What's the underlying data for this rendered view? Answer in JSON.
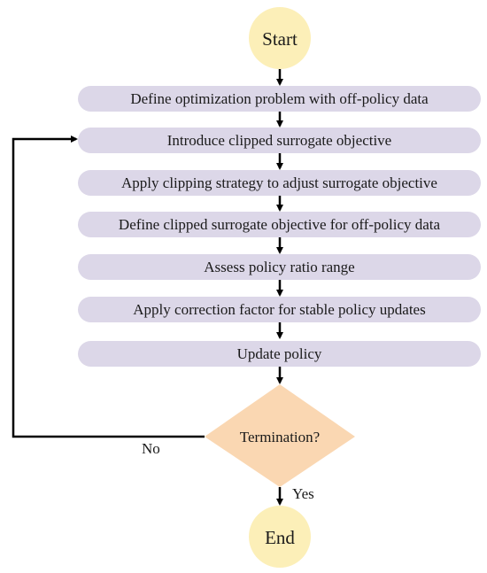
{
  "diagram": {
    "start": {
      "label": "Start"
    },
    "steps": [
      {
        "label": "Define optimization problem with off-policy data"
      },
      {
        "label": "Introduce clipped surrogate objective"
      },
      {
        "label": "Apply clipping strategy to adjust surrogate objective"
      },
      {
        "label": "Define clipped surrogate objective for off-policy data"
      },
      {
        "label": "Assess policy ratio range"
      },
      {
        "label": "Apply correction factor for stable policy updates"
      },
      {
        "label": "Update policy"
      }
    ],
    "decision": {
      "label": "Termination?"
    },
    "edges": {
      "no_label": "No",
      "yes_label": "Yes"
    },
    "end": {
      "label": "End"
    }
  },
  "colors": {
    "terminal_fill": "#fcefb8",
    "step_fill": "#dcd7e8",
    "decision_fill": "#fad7b2",
    "arrow": "#000000"
  }
}
